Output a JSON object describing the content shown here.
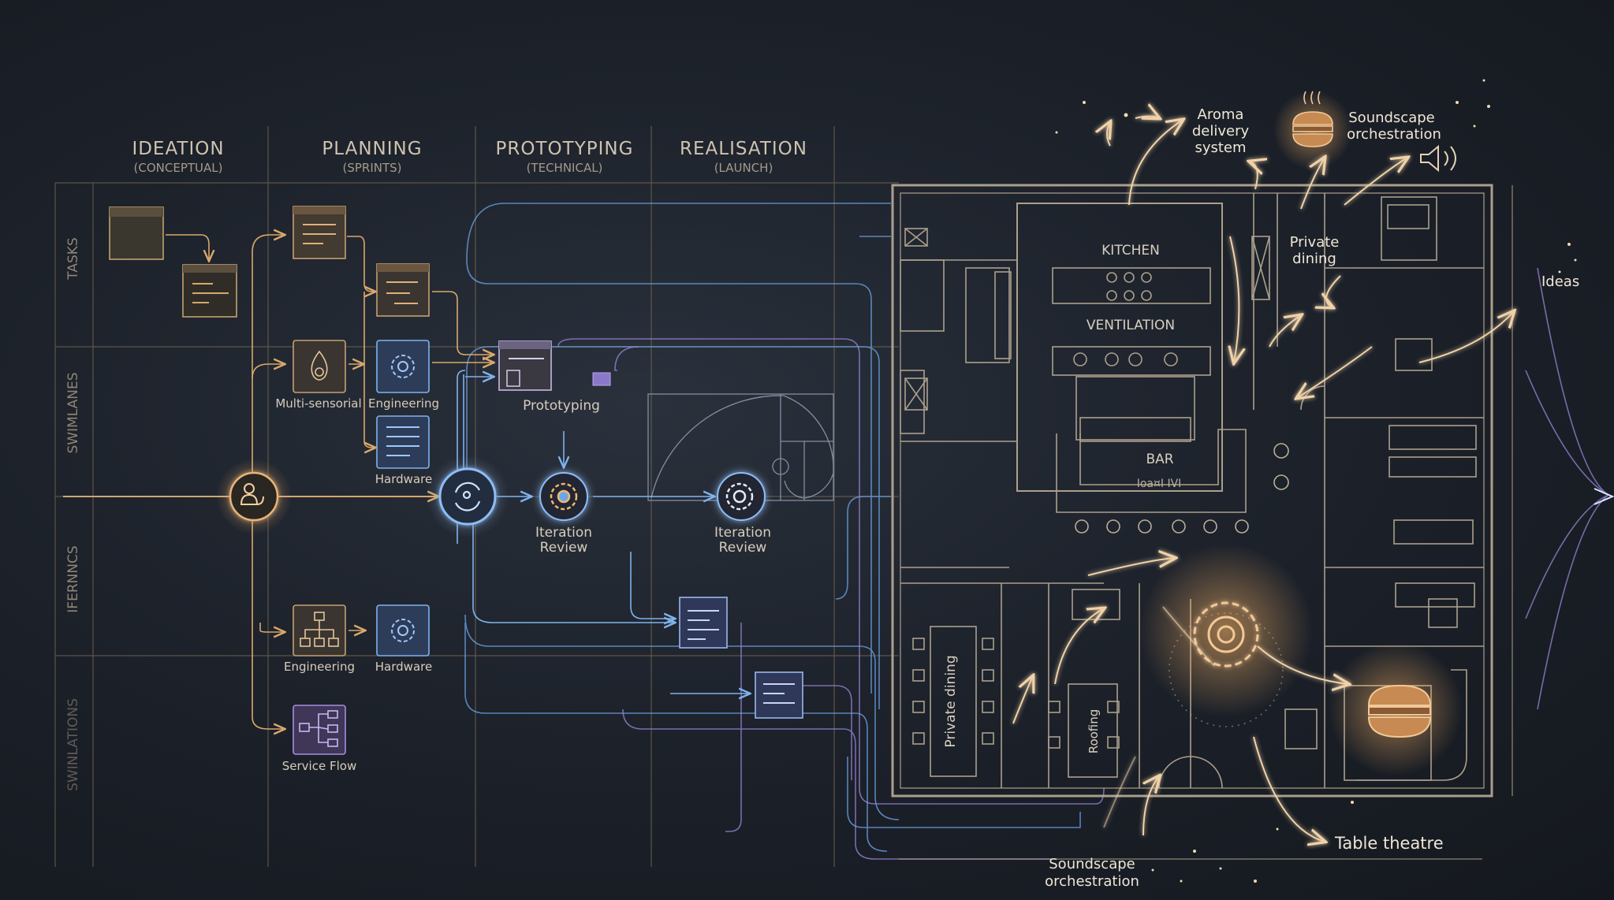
{
  "phases": [
    {
      "title": "IDEATION",
      "subtitle": "(CONCEPTUAL)"
    },
    {
      "title": "PLANNING",
      "subtitle": "(SPRINTS)"
    },
    {
      "title": "PROTOTYPING",
      "subtitle": "(TECHNICAL)"
    },
    {
      "title": "REALISATION",
      "subtitle": "(LAUNCH)"
    }
  ],
  "lanes": [
    "TASKS",
    "SWIMLANES",
    "IFERNNCS",
    "SWINLATIONS"
  ],
  "nodes": {
    "multi_sensorial": "Multi-sensorial",
    "engineering_1": "Engineering",
    "hardware_1": "Hardware",
    "prototyping": "Prototyping",
    "iteration_review_1_line1": "Iteration",
    "iteration_review_1_line2": "Review",
    "iteration_review_2_line1": "Iteration",
    "iteration_review_2_line2": "Review",
    "engineering_2": "Engineering",
    "hardware_2": "Hardware",
    "service_flow": "Service Flow"
  },
  "floorplan": {
    "kitchen": "KITCHEN",
    "ventilation": "VENTILATION",
    "bar": "BAR",
    "bar_sign": "Ioa¤I IVI",
    "private_dining_vertical": "Private dining",
    "roofing": "Roofing"
  },
  "annotations": {
    "aroma_line1": "Aroma",
    "aroma_line2": "delivery",
    "aroma_line3": "system",
    "soundscape_top_line1": "Soundscape",
    "soundscape_top_line2": "orchestration",
    "private_dining_line1": "Private",
    "private_dining_line2": "dining",
    "ideas": "Ideas",
    "table_theatre": "Table theatre",
    "soundscape_bottom_line1": "Soundscape",
    "soundscape_bottom_line2": "orchestration"
  },
  "colors": {
    "amber": "#d9a86a",
    "blue": "#7fb2ee",
    "violet": "#a48de0",
    "grid": "#6e6250"
  }
}
